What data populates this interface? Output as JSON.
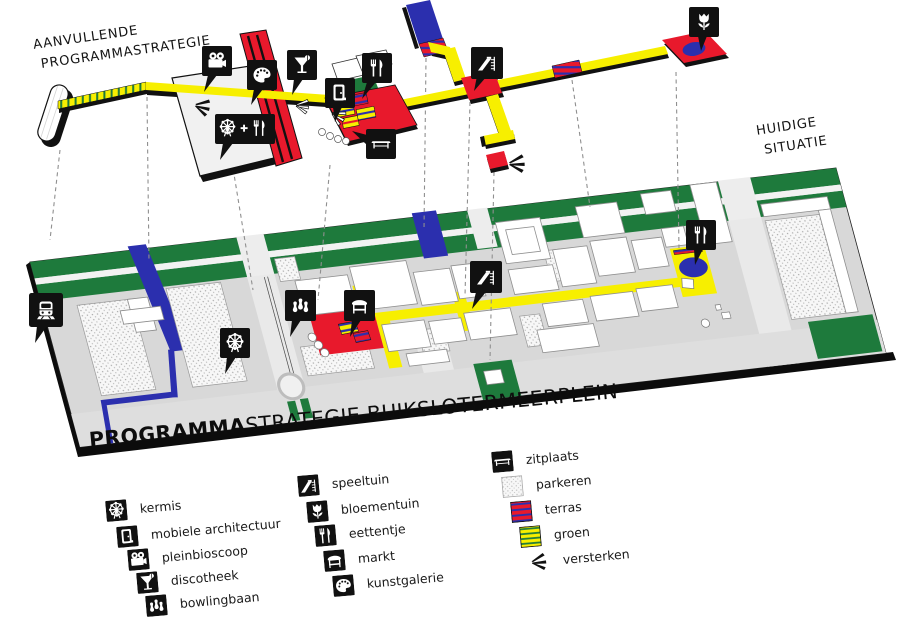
{
  "page": {
    "background": "#ffffff"
  },
  "header": {
    "top_left": {
      "line1": "AANVULLENDE",
      "line2": "PROGRAMMASTRATEGIE"
    },
    "top_right": {
      "line1": "HUIDIGE",
      "line2": "SITUATIE"
    }
  },
  "title": {
    "bold": "PROGRAMMA",
    "rest": "STRATEGIE BUIKSLOTERMEERPLEIN"
  },
  "legend": {
    "column1": [
      {
        "label": "kermis",
        "icon": "ferris-wheel-icon"
      },
      {
        "label": "mobiele architectuur",
        "icon": "door-icon"
      },
      {
        "label": "pleinbioscoop",
        "icon": "film-camera-icon"
      },
      {
        "label": "discotheek",
        "icon": "cocktail-icon"
      },
      {
        "label": "bowlingbaan",
        "icon": "bowling-pins-icon"
      }
    ],
    "column2": [
      {
        "label": "speeltuin",
        "icon": "slide-icon"
      },
      {
        "label": "bloementuin",
        "icon": "tulip-icon"
      },
      {
        "label": "eettentje",
        "icon": "fork-knife-icon"
      },
      {
        "label": "markt",
        "icon": "market-stall-icon"
      },
      {
        "label": "kunstgalerie",
        "icon": "palette-icon"
      }
    ],
    "column3": [
      {
        "label": "zitplaats",
        "icon": "bench-icon"
      },
      {
        "label": "parkeren",
        "icon": "stipple-swatch"
      },
      {
        "label": "terras",
        "icon": "red-blue-stripes-swatch"
      },
      {
        "label": "groen",
        "icon": "yellow-green-stripes-swatch"
      },
      {
        "label": "versterken",
        "icon": "burst-arrows-icon"
      }
    ]
  },
  "colors": {
    "yellow": "#f7ef00",
    "red": "#e8192c",
    "blue": "#2b2fae",
    "green": "#1e7a3c",
    "plate_gray": "#d8d8d8",
    "black": "#111111"
  },
  "diagram_icons": [
    "pleinbioscoop",
    "kunstgalerie",
    "discotheek",
    "kermis+eettentje",
    "mobiele-architectuur",
    "eettentje",
    "zitplaats",
    "speeltuin",
    "bloementuin",
    "versterken"
  ],
  "map_icons": [
    "metro",
    "kermis",
    "bowlingbaan",
    "markt",
    "speeltuin",
    "eettentje"
  ]
}
